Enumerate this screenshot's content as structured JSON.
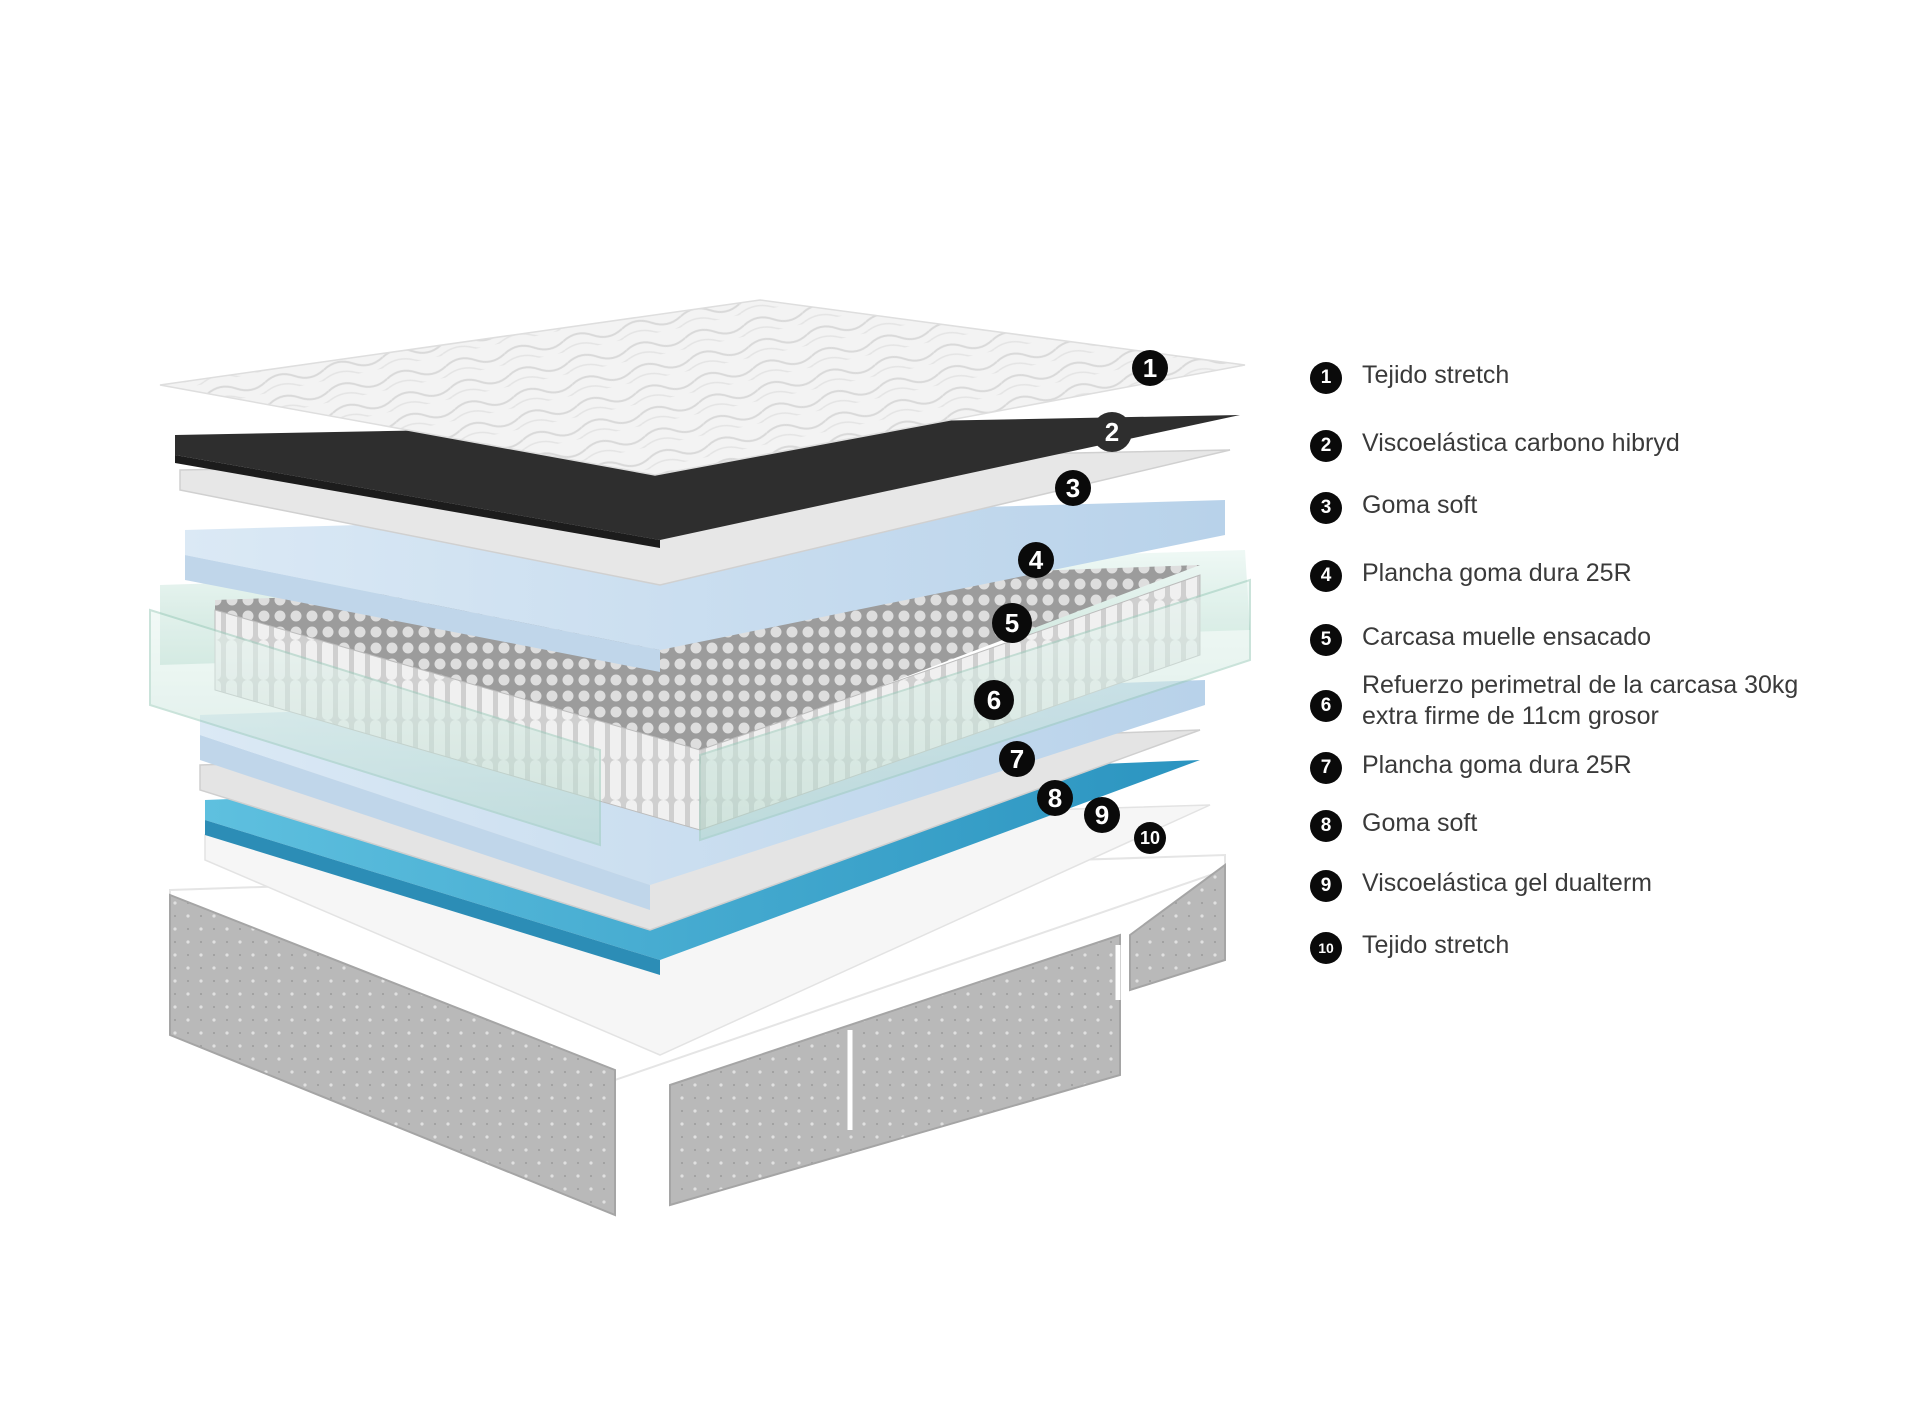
{
  "markers": [
    "1",
    "2",
    "3",
    "4",
    "5",
    "6",
    "7",
    "8",
    "9",
    "10"
  ],
  "legend": [
    {
      "num": "1",
      "lines": [
        "Tejido stretch"
      ]
    },
    {
      "num": "2",
      "lines": [
        "Viscoelástica carbono hibryd"
      ]
    },
    {
      "num": "3",
      "lines": [
        "Goma soft"
      ]
    },
    {
      "num": "4",
      "lines": [
        "Plancha goma dura 25R"
      ]
    },
    {
      "num": "5",
      "lines": [
        "Carcasa muelle ensacado"
      ]
    },
    {
      "num": "6",
      "lines": [
        "Refuerzo perimetral de la carcasa 30kg",
        "extra firme de 11cm grosor"
      ]
    },
    {
      "num": "7",
      "lines": [
        "Plancha goma dura 25R"
      ]
    },
    {
      "num": "8",
      "lines": [
        "Goma soft"
      ]
    },
    {
      "num": "9",
      "lines": [
        "Viscoelástica gel dualterm"
      ]
    },
    {
      "num": "10",
      "lines": [
        "Tejido stretch"
      ]
    }
  ],
  "colors": {
    "marker_black": "#0a0a0a",
    "stretch_fabric": "#f1f1f1",
    "carbon_foam": "#2e2e2e",
    "soft_foam": "#e6e6e6",
    "hard_foam": "#c7dcee",
    "gel_foam": "#3aa9cf",
    "glass_frame": "#cfe9e0",
    "spring_coil": "#e4e4e4",
    "base_fabric": "#b5b5b5",
    "legend_text": "#3a3a3a"
  }
}
